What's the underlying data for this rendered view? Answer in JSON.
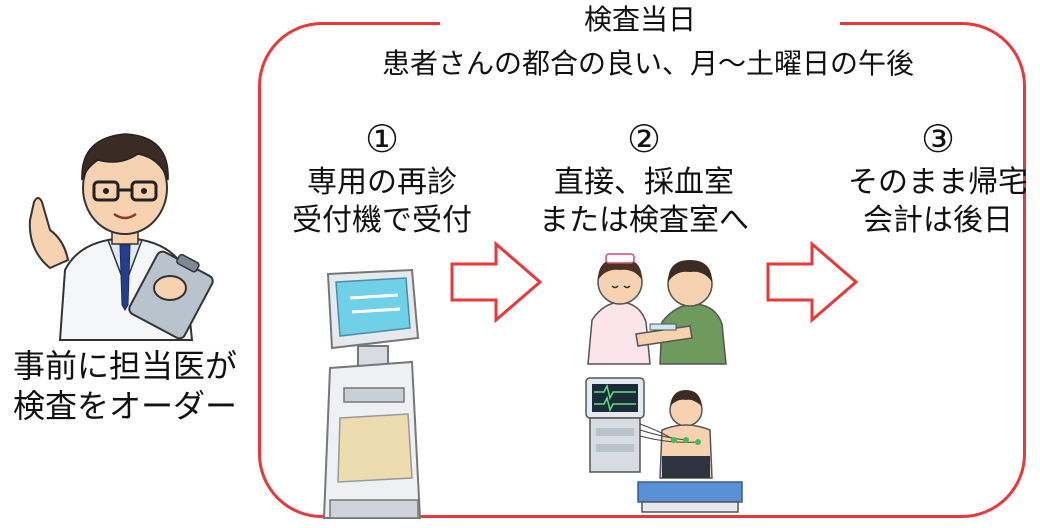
{
  "header": {
    "title": "検査当日",
    "subtitle": "患者さんの都合の良い、月～土曜日の午後"
  },
  "doctor": {
    "caption_line1": "事前に担当医が",
    "caption_line2": "検査をオーダー"
  },
  "steps": [
    {
      "number": "①",
      "line1": "専用の再診",
      "line2": "受付機で受付"
    },
    {
      "number": "②",
      "line1": "直接、採血室",
      "line2": "または検査室へ"
    },
    {
      "number": "③",
      "line1": "そのまま帰宅",
      "line2": "会計は後日"
    }
  ],
  "colors": {
    "frame": "#e8393a",
    "arrow": "#e8393a"
  },
  "icons": [
    "doctor-illustration",
    "reception-kiosk-illustration",
    "blood-draw-illustration",
    "ecg-exam-illustration",
    "arrow-right-icon"
  ]
}
